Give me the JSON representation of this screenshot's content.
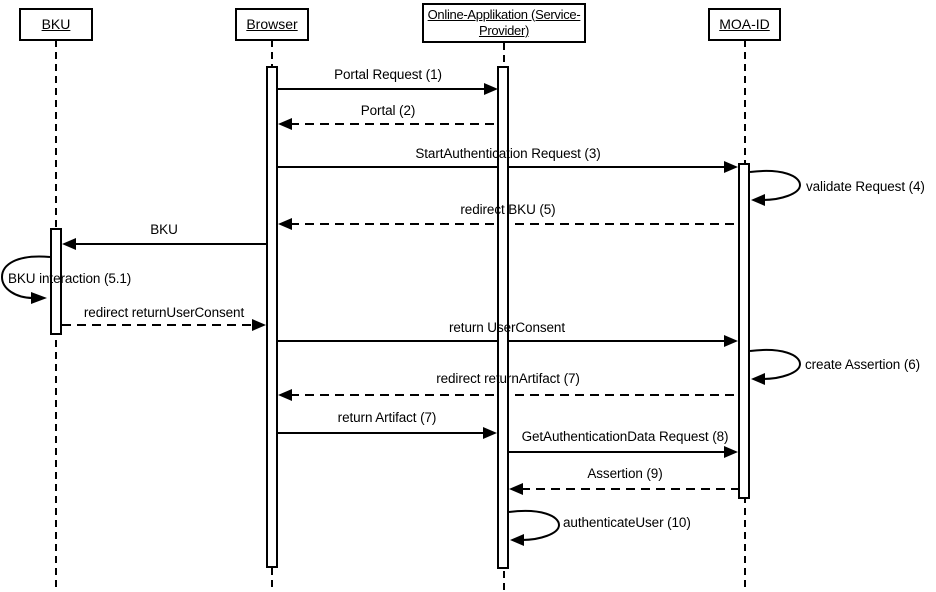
{
  "diagram": {
    "kind": "uml-sequence-diagram",
    "line_color": "#000000",
    "background_color": "#ffffff"
  },
  "actors": [
    {
      "id": "bku",
      "label": "BKU"
    },
    {
      "id": "browser",
      "label": "Browser"
    },
    {
      "id": "online-app",
      "label": "Online-Applikation (Service-Provider)",
      "lines": [
        "Online-Applikation (Service-",
        "Provider)"
      ]
    },
    {
      "id": "moa-id",
      "label": "MOA-ID"
    }
  ],
  "messages": [
    {
      "label": "Portal Request (1)",
      "from": "Browser",
      "to": "Online-Applikation (Service-Provider)",
      "style": "solid"
    },
    {
      "label": "Portal (2)",
      "from": "Online-Applikation (Service-Provider)",
      "to": "Browser",
      "style": "dashed"
    },
    {
      "label": "StartAuthentication Request (3)",
      "from": "Browser",
      "to": "MOA-ID",
      "style": "solid"
    },
    {
      "label": "validate Request (4)",
      "from": "MOA-ID",
      "to": "MOA-ID",
      "style": "self"
    },
    {
      "label": "redirect BKU (5)",
      "from": "MOA-ID",
      "to": "Browser",
      "style": "dashed"
    },
    {
      "label": "BKU",
      "from": "Browser",
      "to": "BKU",
      "style": "solid"
    },
    {
      "label": "BKU interaction (5.1)",
      "from": "BKU",
      "to": "BKU",
      "style": "self"
    },
    {
      "label": "redirect returnUserConsent",
      "from": "BKU",
      "to": "Browser",
      "style": "dashed"
    },
    {
      "label": "return UserConsent",
      "from": "Browser",
      "to": "MOA-ID",
      "style": "solid"
    },
    {
      "label": "create Assertion (6)",
      "from": "MOA-ID",
      "to": "MOA-ID",
      "style": "self"
    },
    {
      "label": "redirect returnArtifact (7)",
      "from": "MOA-ID",
      "to": "Browser",
      "style": "dashed"
    },
    {
      "label": "return Artifact (7)",
      "from": "Browser",
      "to": "Online-Applikation (Service-Provider)",
      "style": "solid"
    },
    {
      "label": "GetAuthenticationData Request (8)",
      "from": "Online-Applikation (Service-Provider)",
      "to": "MOA-ID",
      "style": "solid"
    },
    {
      "label": "Assertion (9)",
      "from": "MOA-ID",
      "to": "Online-Applikation (Service-Provider)",
      "style": "dashed"
    },
    {
      "label": "authenticateUser (10)",
      "from": "Online-Applikation (Service-Provider)",
      "to": "Online-Applikation (Service-Provider)",
      "style": "self"
    }
  ]
}
